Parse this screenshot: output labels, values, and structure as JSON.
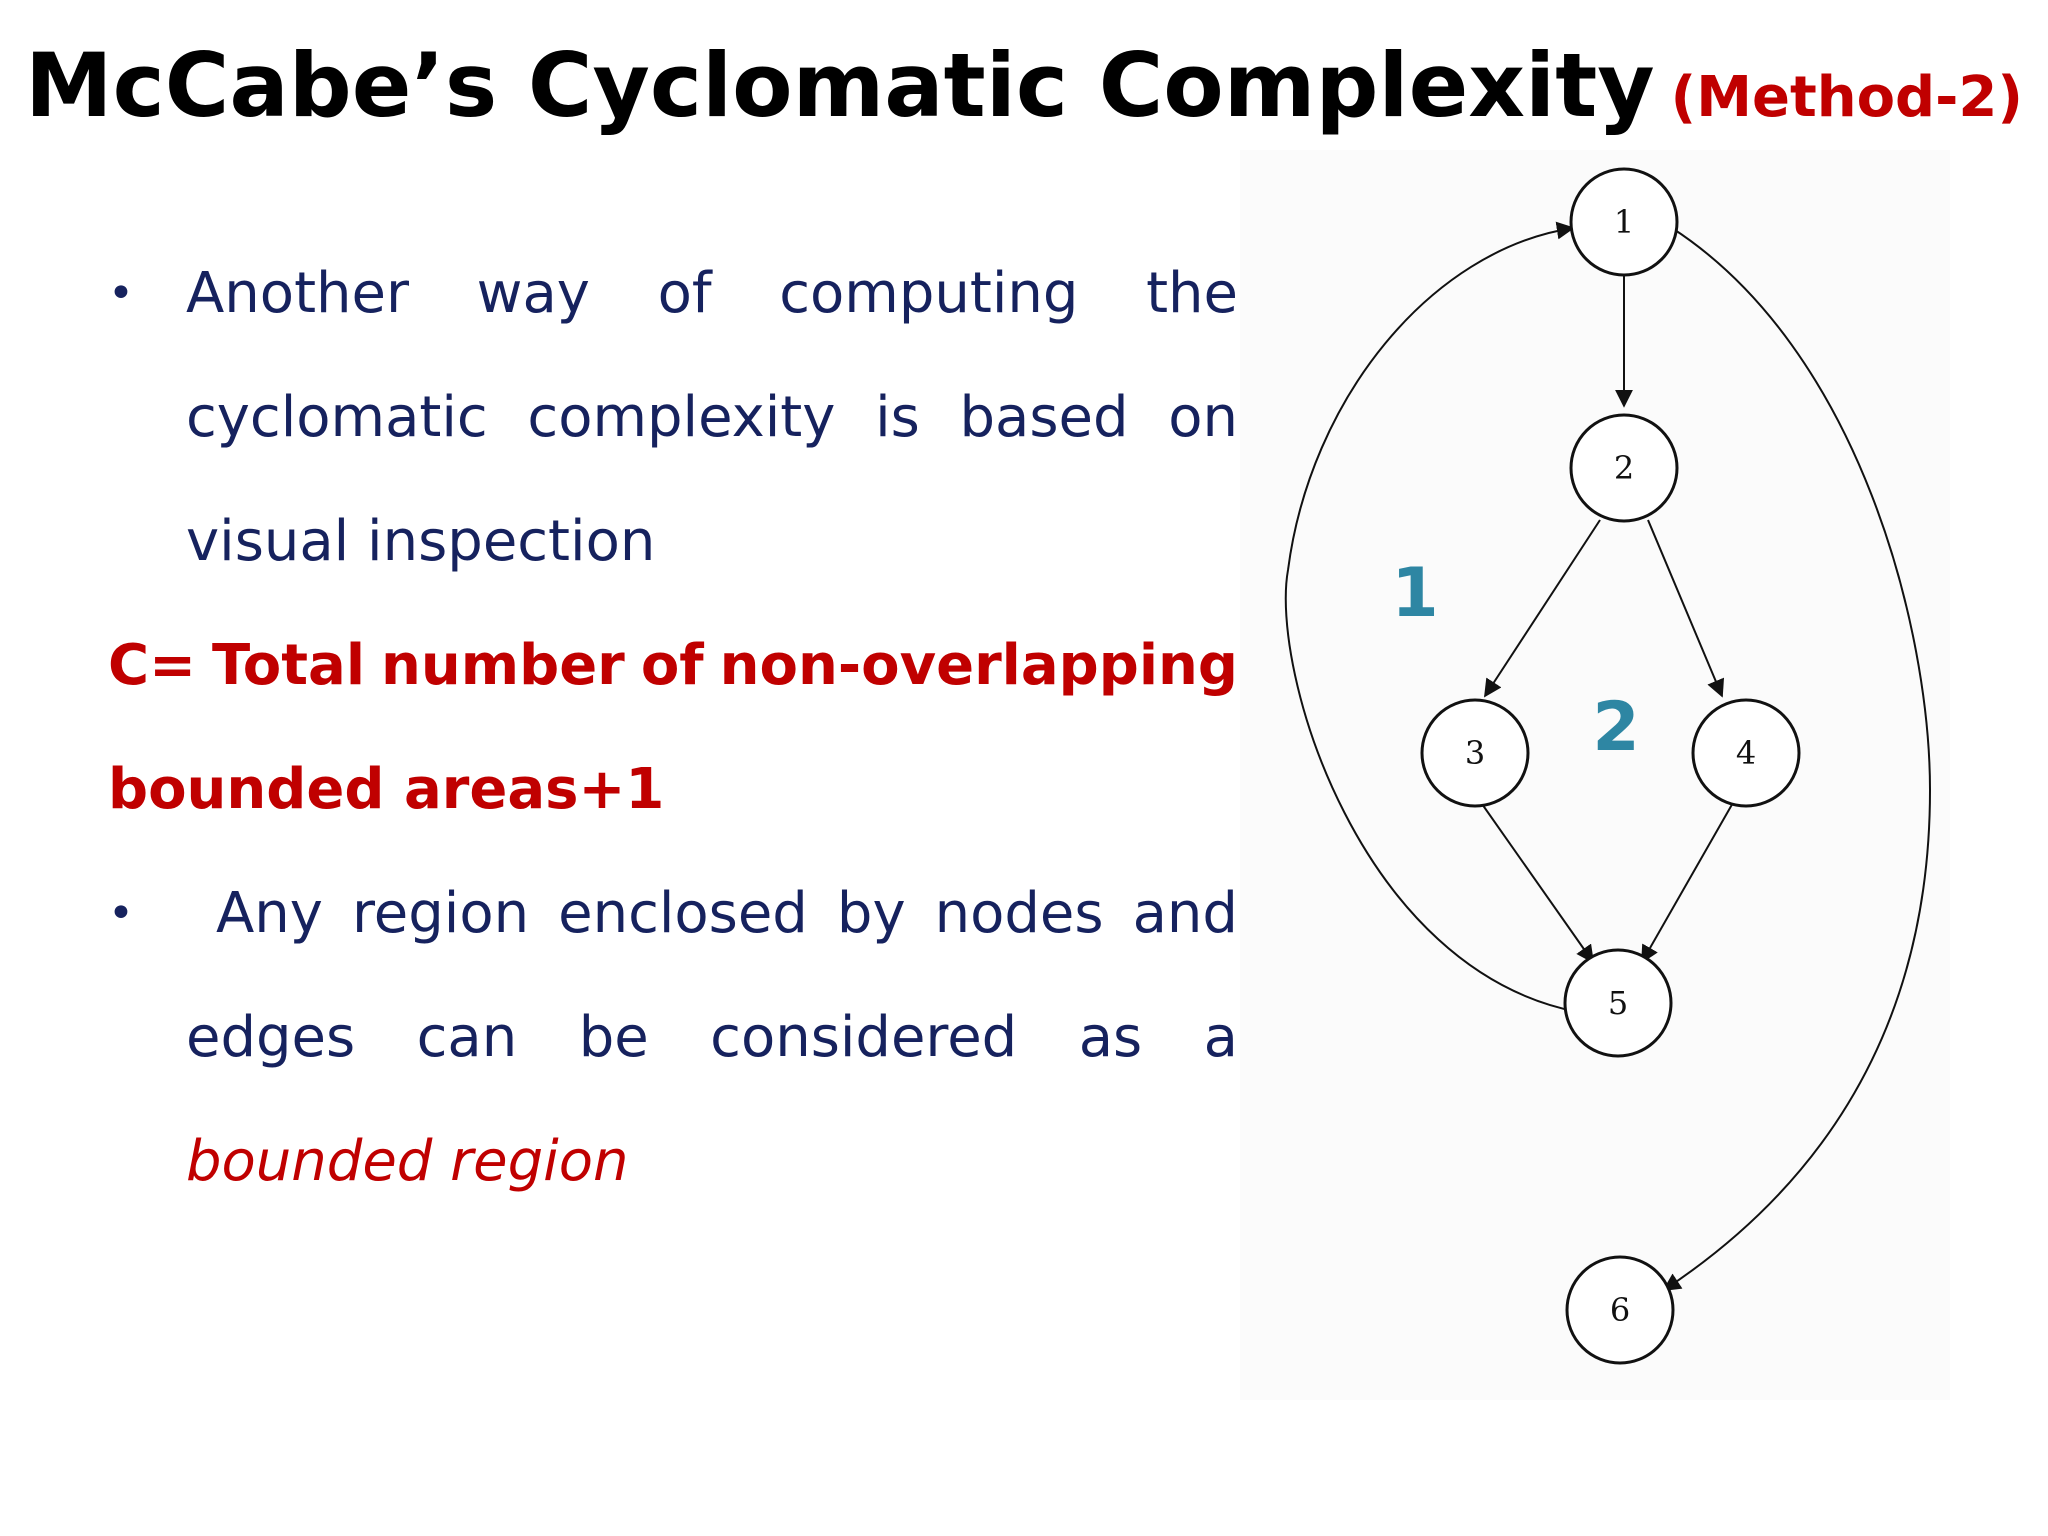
{
  "title": {
    "main": "McCabe’s Cyclomatic Complexity",
    "method": "(Method-2)"
  },
  "bullet1": {
    "line1": [
      "Another",
      "way",
      "of",
      "computing",
      "the"
    ],
    "line2": [
      "cyclomatic",
      "complexity",
      "is",
      "based",
      "on"
    ],
    "line3": "visual inspection"
  },
  "formula": {
    "line1": [
      "C=",
      "Total",
      "number",
      "of",
      "non-overlapping"
    ],
    "line2": "bounded areas+1"
  },
  "bullet2": {
    "line1": [
      "Any",
      "region",
      "enclosed",
      "by",
      "nodes",
      "and"
    ],
    "line2": [
      "edges",
      "can",
      "be",
      "considered",
      "as",
      "a"
    ],
    "line3": "bounded region"
  },
  "graph": {
    "nodes": [
      "1",
      "2",
      "3",
      "4",
      "5",
      "6"
    ],
    "regions": [
      "1",
      "2"
    ],
    "colors": {
      "region": "#2e86a3",
      "title_accent": "#c00000",
      "body_text": "#16225e"
    }
  }
}
